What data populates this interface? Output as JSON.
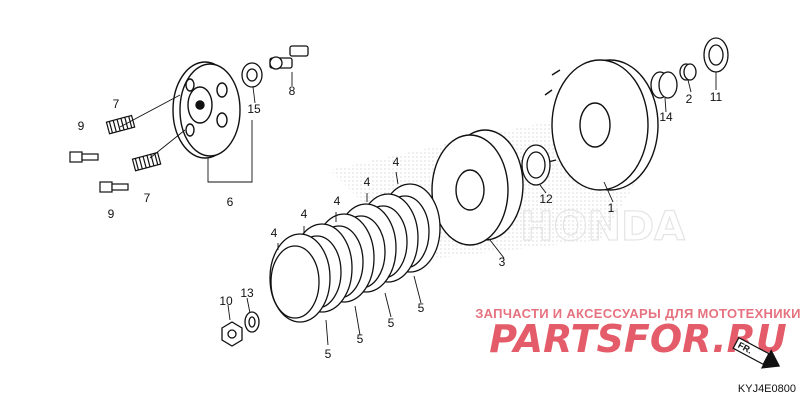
{
  "callouts": {
    "c1": "1",
    "c2": "2",
    "c3": "3",
    "c4a": "4",
    "c4b": "4",
    "c4c": "4",
    "c4d": "4",
    "c4e": "4",
    "c5a": "5",
    "c5b": "5",
    "c5c": "5",
    "c5d": "5",
    "c6": "6",
    "c7a": "7",
    "c7b": "7",
    "c8": "8",
    "c9a": "9",
    "c9b": "9",
    "c10": "10",
    "c11": "11",
    "c12": "12",
    "c13": "13",
    "c14": "14",
    "c15": "15"
  },
  "watermark": {
    "tagline": "ЗАПЧАСТИ И АКСЕССУАРЫ ДЛЯ МОТОТЕХНИКИ",
    "logo": "PARTSFOR.RU",
    "color": "#e0404f"
  },
  "direction": {
    "front_label": "FR."
  },
  "diagram": {
    "code": "KYJ4E0800"
  },
  "icons": [
    "front-arrow-icon"
  ]
}
